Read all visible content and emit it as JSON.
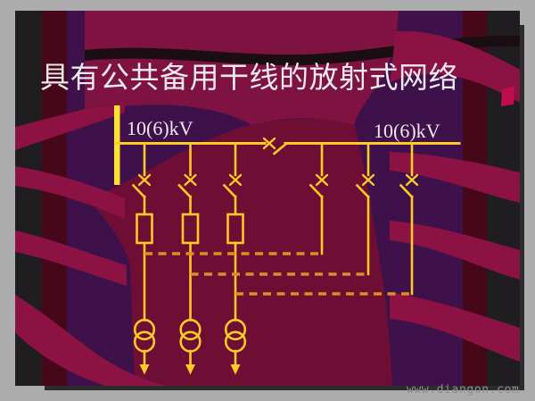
{
  "slide": {
    "title": "具有公共备用干线的放射式网络",
    "bus_label_left": "10(6)kV",
    "bus_label_right": "10(6)kV",
    "watermark": "www.diangon.com"
  },
  "diagram": {
    "type": "electrical-single-line-diagram",
    "components": {
      "busbar": "thick vertical supply busbar, top-left",
      "main_trunk": "horizontal 10(6)kV trunk split by open tie disconnect switch",
      "feeders_left_with_fuse_and_transformer": 3,
      "feeders_right_backup": 3,
      "tie_switch": "open disconnect between left and right trunk sections",
      "backup_links": "3 dashed standby tie lines pairing each left feeder with a right backup feeder",
      "transformers": "two overlapping circles, two-winding symbol",
      "load_arrows": "downward arrows under each transformer"
    }
  },
  "colors": {
    "canvas_gray": "#ACACAC",
    "slide_purple": "#3E114A",
    "crimson_ribbon": "#8C1243",
    "crimson_top": "#7E1240",
    "crimson_center": "#6E0E34",
    "maroon_band": "#460819",
    "black_band": "#201D21",
    "dark_wave": "#1A0E13",
    "accent_square": "#C00E4C",
    "line_yellow": "#FFC926",
    "busbar_yellow": "#FFE133",
    "dashed_orange": "#E18E20",
    "title_white": "#EFE8EF",
    "watermark_gray": "#8E8E92"
  }
}
